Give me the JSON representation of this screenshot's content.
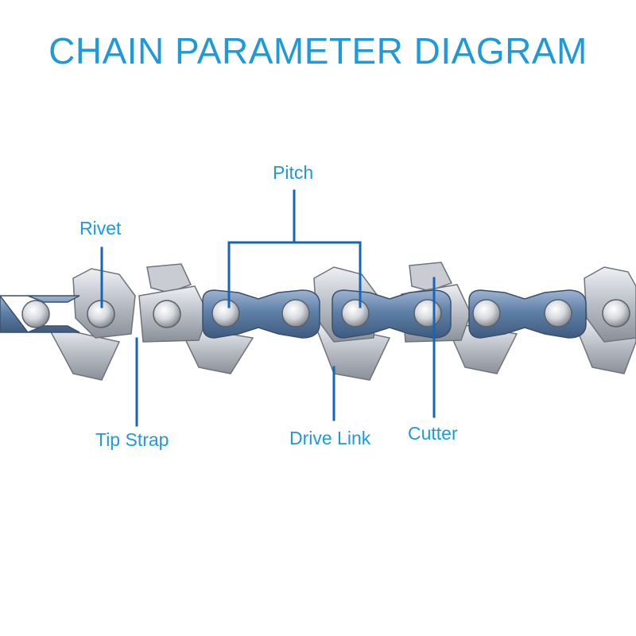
{
  "title": "CHAIN PARAMETER DIAGRAM",
  "labels": {
    "pitch": "Pitch",
    "rivet": "Rivet",
    "tip_strap": "Tip Strap",
    "drive_link": "Drive Link",
    "cutter": "Cutter"
  },
  "colors": {
    "accent": "#1e9ad8",
    "line": "#1565b8",
    "steel_light": "#d4d7dc",
    "steel_dark": "#7b8088",
    "plate_blue": "#5a7ea8"
  }
}
